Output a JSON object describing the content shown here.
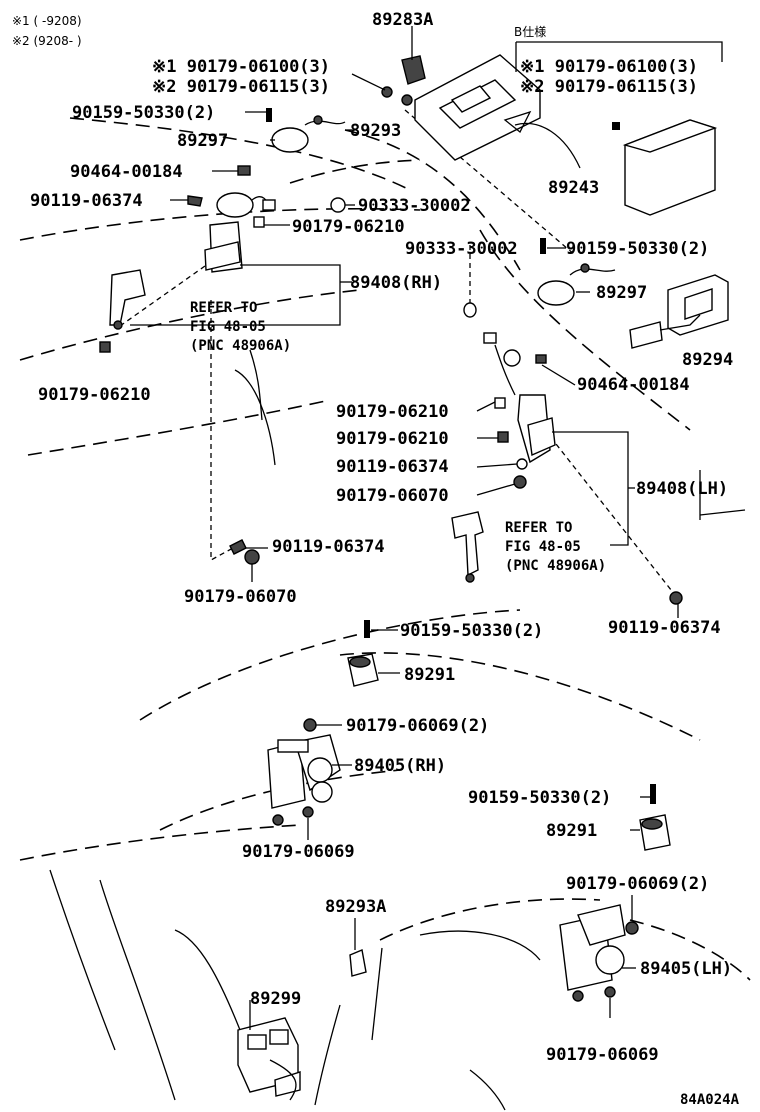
{
  "legend": {
    "note1": "※1 (    -9208)",
    "note2": "※2 (9208-     )"
  },
  "spec": {
    "b_spec": "B仕様"
  },
  "labels": {
    "p89283A": "89283A",
    "s1_90179_06100": "※1 90179-06100(3)",
    "s2_90179_06115": "※2 90179-06115(3)",
    "b_s1_90179_06100": "※1 90179-06100(3)",
    "b_s2_90179_06115": "※2 90179-06115(3)",
    "p90159_50330_a": "90159-50330(2)",
    "p89297_a": "89297",
    "p89293": "89293",
    "p90464_00184_a": "90464-00184",
    "p89243": "89243",
    "p90119_06374_a": "90119-06374",
    "p90333_30002_a": "90333-30002",
    "p90179_06210_a": "90179-06210",
    "p90333_30002_b": "90333-30002",
    "p90159_50330_b": "90159-50330(2)",
    "p89408_rh": "89408(RH)",
    "p89297_b": "89297",
    "p89294": "89294",
    "refer_rh_1": "REFER TO",
    "refer_rh_2": "FIG 48-05",
    "refer_rh_3": "(PNC 48906A)",
    "p90179_06210_b": "90179-06210",
    "p90464_00184_b": "90464-00184",
    "p90179_06210_c": "90179-06210",
    "p90179_06210_d": "90179-06210",
    "p90119_06374_b": "90119-06374",
    "p89408_lh": "89408(LH)",
    "p90179_06070_a": "90179-06070",
    "refer_lh_1": "REFER TO",
    "refer_lh_2": "FIG 48-05",
    "refer_lh_3": "(PNC 48906A)",
    "p90119_06374_c": "90119-06374",
    "p90179_06070_b": "90179-06070",
    "p90119_06374_d": "90119-06374",
    "p90159_50330_c": "90159-50330(2)",
    "p89291_a": "89291",
    "p90179_06069_a": "90179-06069(2)",
    "p89405_rh": "89405(RH)",
    "p90159_50330_d": "90159-50330(2)",
    "p89291_b": "89291",
    "p90179_06069_b": "90179-06069",
    "p90179_06069_c": "90179-06069(2)",
    "p89293A": "89293A",
    "p89405_lh": "89405(LH)",
    "p89299": "89299",
    "p90179_06069_d": "90179-06069",
    "fig_code": "84A024A"
  }
}
